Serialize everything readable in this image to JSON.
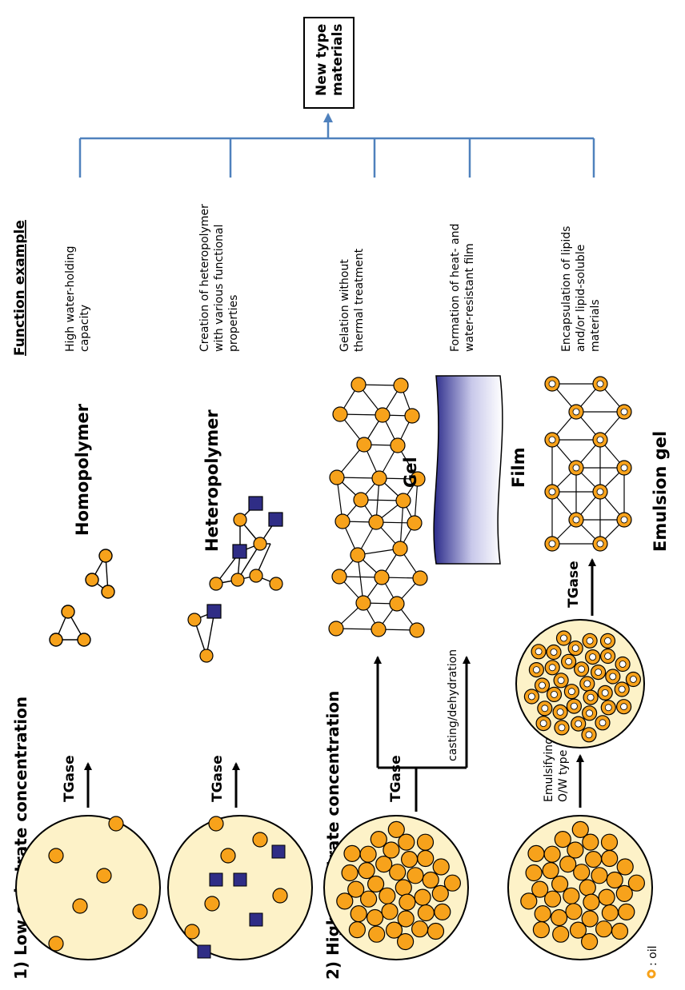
{
  "diagram": {
    "sections": {
      "low": "1) Low substrate concentration",
      "high": "2) High substrate concentration"
    },
    "enzyme": "TGase",
    "steps": {
      "casting": "casting/dehydration",
      "emulsify_line1": "Emulsifying",
      "emulsify_line2": "O/W type",
      "oil_legend": ": oil"
    },
    "products": {
      "homopolymer": "Homopolymer",
      "heteropolymer": "Heteropolymer",
      "gel": "Gel",
      "film": "Film",
      "emulsion_gel": "Emulsion gel"
    },
    "functions": {
      "header": "Function example",
      "f1": [
        "High water-holding",
        "capacity"
      ],
      "f2": [
        "Creation of heteropolymer",
        "with various functional",
        "properties"
      ],
      "f3": [
        "Gelation without",
        "thermal treatment"
      ],
      "f4": [
        "Formation of heat- and",
        "water-resistant film"
      ],
      "f5": [
        "Encapsulation of lipids",
        "and/or lipid-soluble",
        "materials"
      ]
    },
    "target": [
      "New type",
      "materials"
    ],
    "colors": {
      "orange": "#f7a21b",
      "cream": "#fdf2c8",
      "navy": "#2f2d86",
      "bracket": "#4f81bd"
    }
  }
}
